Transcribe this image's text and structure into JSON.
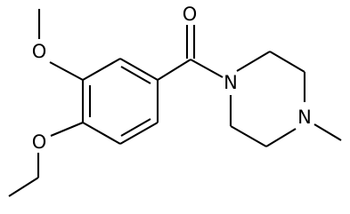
{
  "atoms": {
    "carbonyl_oxygen": "O",
    "methoxy_oxygen": "O",
    "ethoxy_oxygen": "O",
    "piperazine_n1": "N",
    "piperazine_n4": "N"
  },
  "colors": {
    "bond": "#000000",
    "label": "#000000",
    "background": "#ffffff"
  }
}
